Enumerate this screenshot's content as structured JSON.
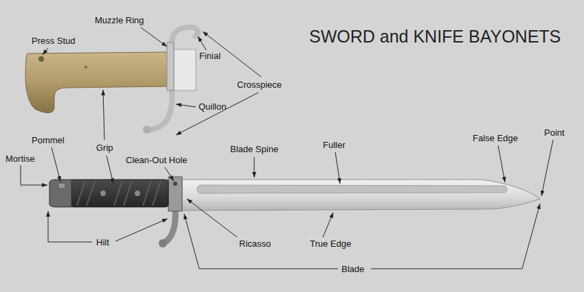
{
  "diagram": {
    "title": "SWORD and KNIFE BAYONETS",
    "labels": [
      "Press Stud",
      "Muzzle Ring",
      "Finial",
      "Crosspiece",
      "Quillon",
      "Pommel",
      "Mortise",
      "Grip",
      "Clean-Out Hole",
      "Blade Spine",
      "Fuller",
      "False Edge",
      "Point",
      "Hilt",
      "Ricasso",
      "True Edge",
      "Blade"
    ]
  }
}
